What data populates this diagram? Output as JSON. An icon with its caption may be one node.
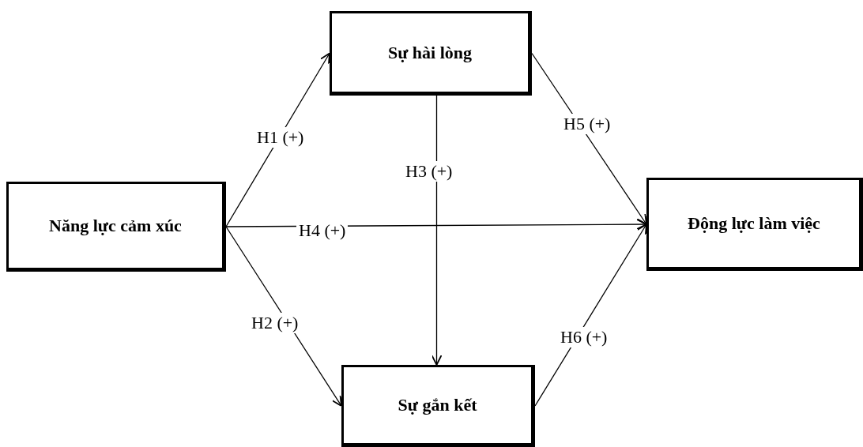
{
  "diagram": {
    "nodes": [
      {
        "text": [
          "Năng lực cảm xúc"
        ]
      },
      {
        "text": [
          "Sự hài lòng"
        ]
      },
      {
        "text": [
          "Động lực làm việc"
        ]
      },
      {
        "text": [
          "Sự gắn kết"
        ]
      }
    ],
    "edges": [
      {
        "from": 0,
        "to": 1,
        "arrow": "to",
        "label": "H1 (+)"
      },
      {
        "from": 0,
        "to": 3,
        "arrow": "to",
        "label": "H2 (+)"
      },
      {
        "from": 1,
        "to": 3,
        "arrow": "to",
        "label": "H3 (+)"
      },
      {
        "from": 0,
        "to": 2,
        "arrow": "to",
        "label": "H4 (+)"
      },
      {
        "from": 1,
        "to": 2,
        "arrow": "to",
        "label": "H5 (+)"
      },
      {
        "from": 3,
        "to": 2,
        "arrow": "to",
        "label": "H6 (+)"
      }
    ]
  }
}
